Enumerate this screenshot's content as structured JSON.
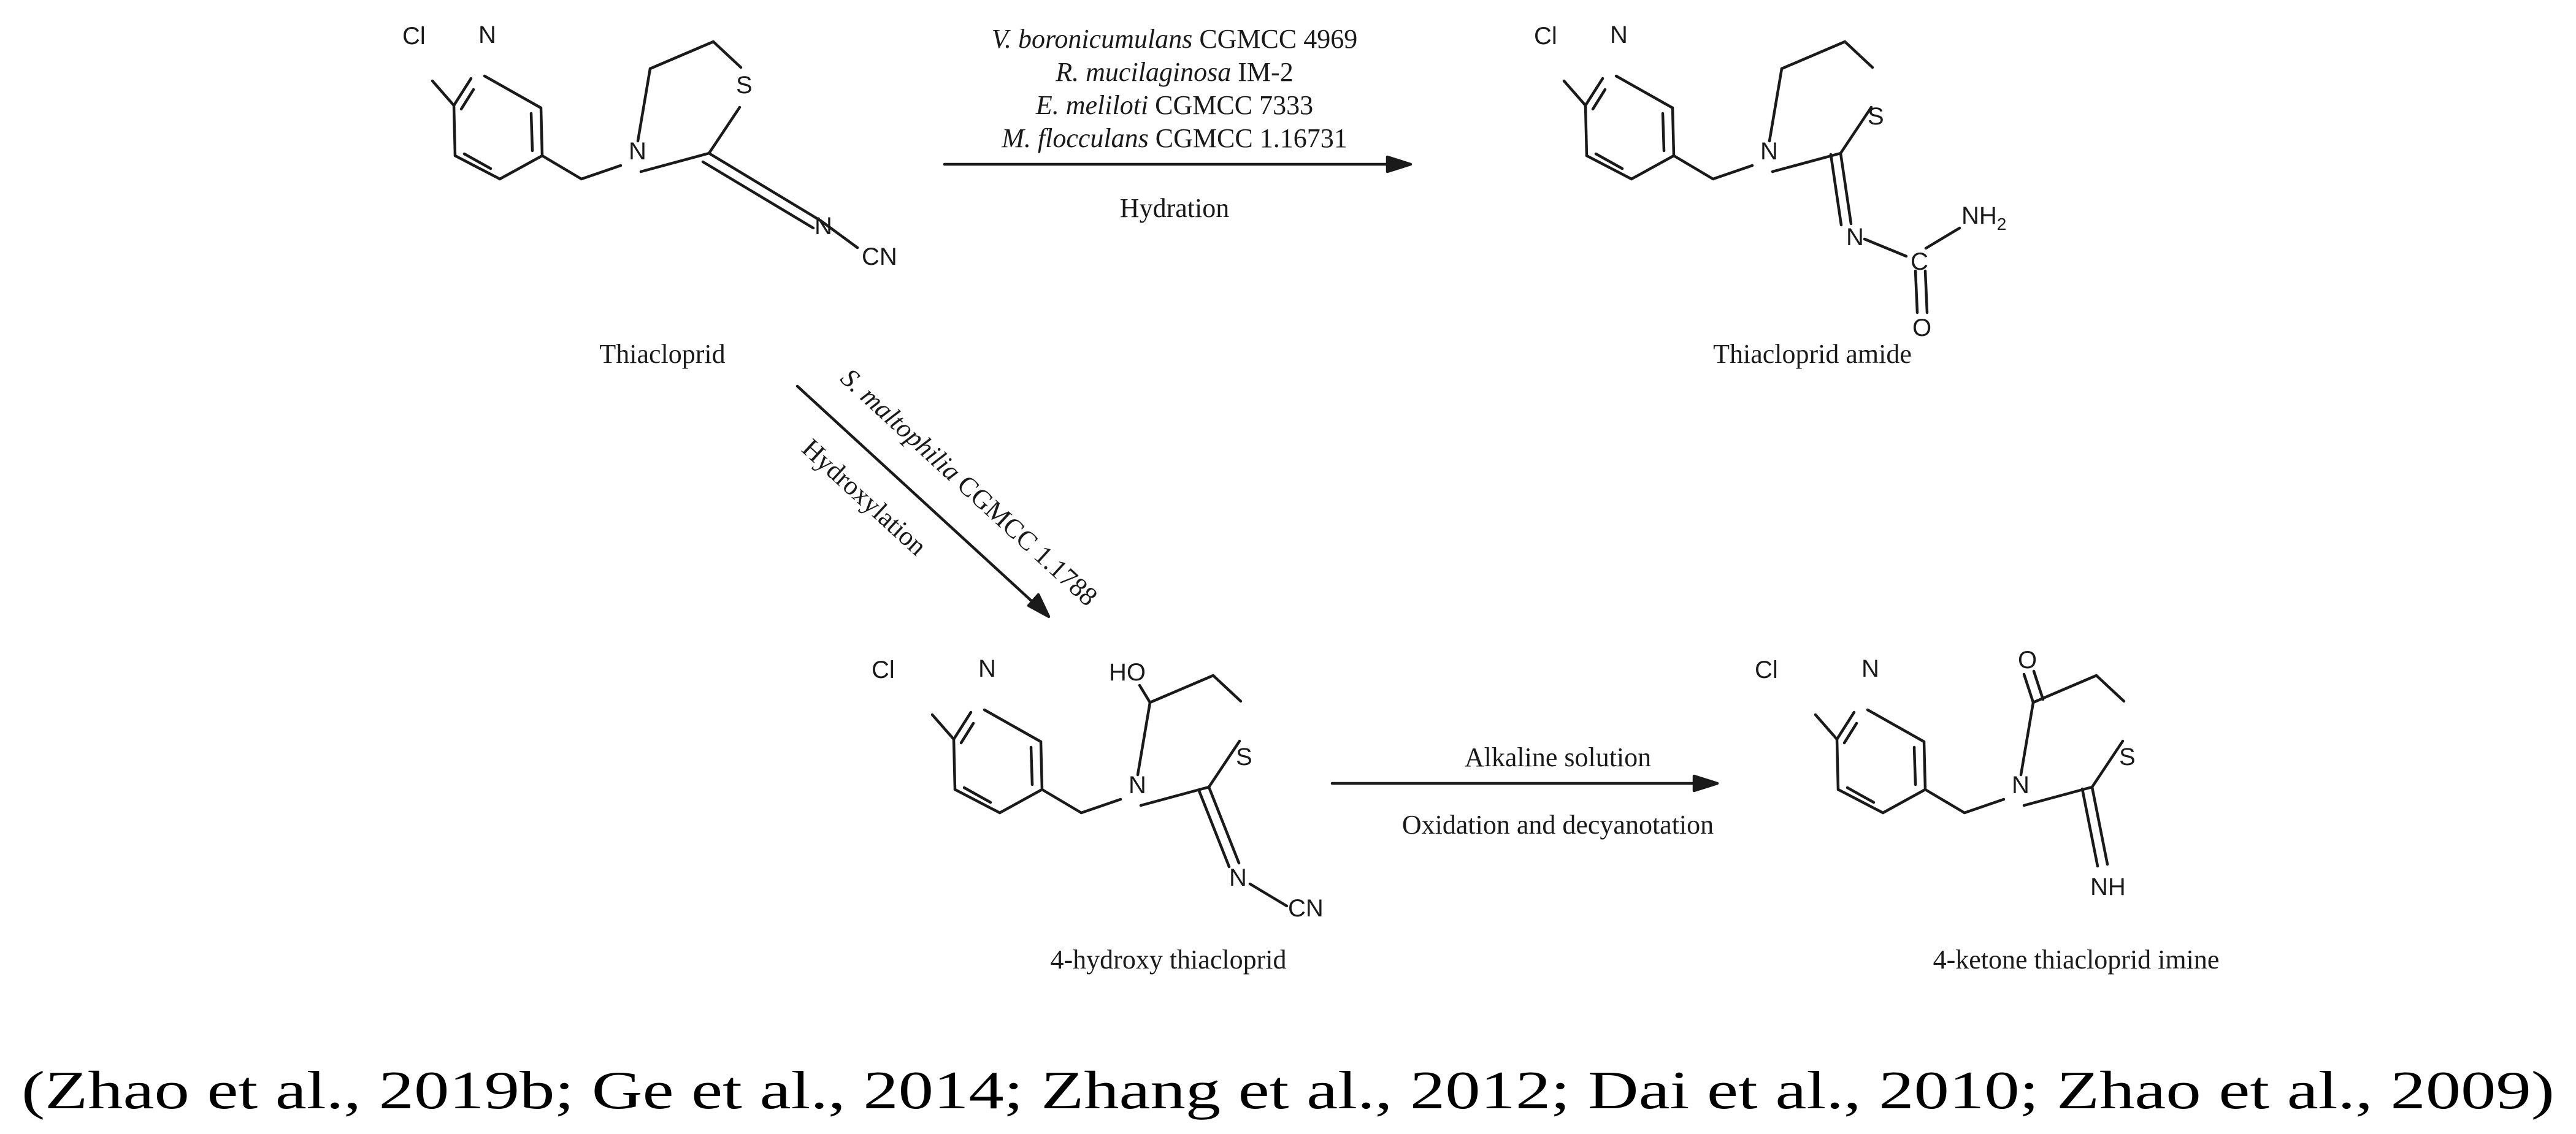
{
  "compounds": {
    "thiacloprid": {
      "name": "Thiacloprid"
    },
    "amide": {
      "name": "Thiacloprid amide"
    },
    "hydroxy": {
      "name": "4-hydroxy thiacloprid"
    },
    "ketone": {
      "name": "4-ketone thiacloprid imine"
    }
  },
  "atoms": {
    "cl": "Cl",
    "n": "N",
    "s": "S",
    "cn": "CN",
    "ho": "HO",
    "o": "O",
    "c": "C",
    "nh": "NH",
    "nh2_n": "NH",
    "nh2_sub": "2"
  },
  "reactions": {
    "hydration": {
      "organisms": [
        {
          "species": "V. boronicumulans",
          "strain": " CGMCC 4969"
        },
        {
          "species": "R. mucilaginosa",
          "strain": " IM-2"
        },
        {
          "species": "E. meliloti",
          "strain": " CGMCC 7333"
        },
        {
          "species": "M. flocculans",
          "strain": " CGMCC 1.16731"
        }
      ],
      "label": "Hydration"
    },
    "hydroxylation": {
      "organism_species": "S. maltophilia",
      "organism_strain": " CGMCC 1.1788",
      "label": "Hydroxylation"
    },
    "oxidation": {
      "top": "Alkaline solution",
      "bottom": "Oxidation and decyanotation"
    }
  },
  "citation": "(Zhao et al., 2019b; Ge et al., 2014; Zhang et al., 2012; Dai et al., 2010; Zhao et al., 2009)"
}
